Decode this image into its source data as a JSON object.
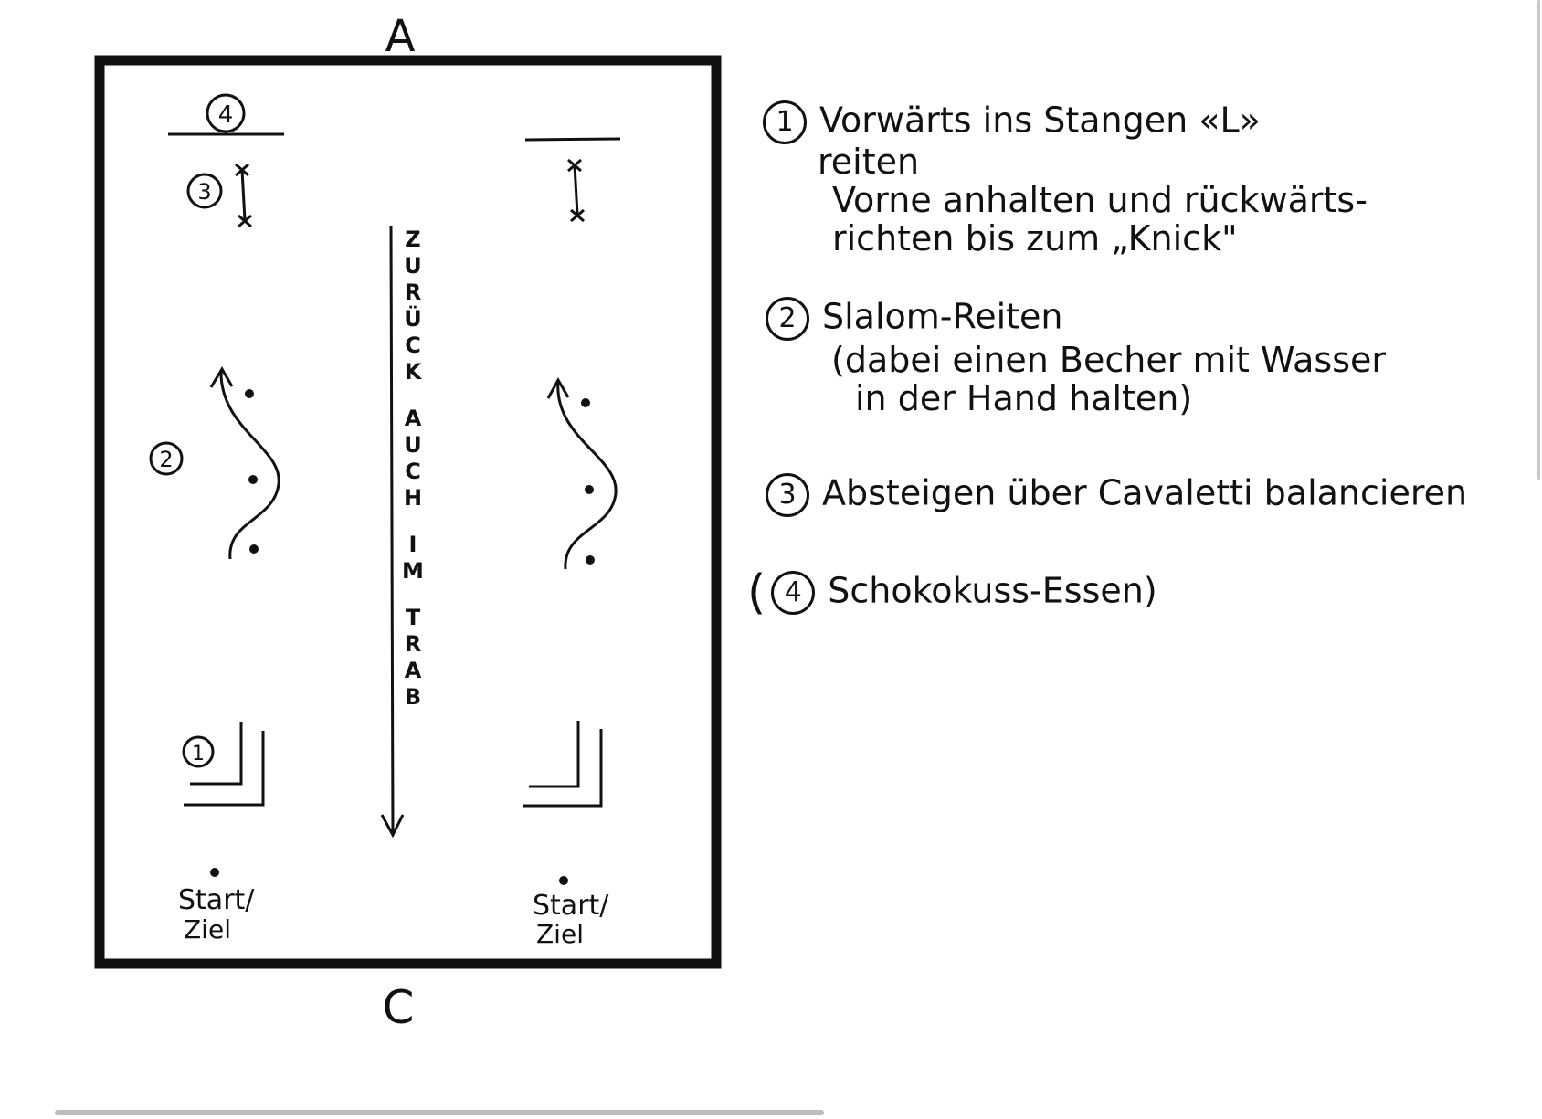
{
  "arena": {
    "top_letter": "A",
    "bottom_letter": "C",
    "center_text": [
      "Z",
      "U",
      "R",
      "Ü",
      "C",
      "K",
      "",
      "A",
      "U",
      "C",
      "H",
      "",
      "I",
      "M",
      "",
      "T",
      "R",
      "A",
      "B"
    ],
    "station_labels": {
      "one": "1",
      "two": "2",
      "three": "3",
      "four": "4"
    },
    "start_label_line1": "Start/",
    "start_label_line2": "Ziel"
  },
  "legend": {
    "item1": {
      "num": "1",
      "line1": "Vorwärts ins Stangen «L»",
      "line2": "reiten",
      "line3": "Vorne anhalten und rückwärts-",
      "line4": "richten bis zum „Knick\""
    },
    "item2": {
      "num": "2",
      "line1": "Slalom-Reiten",
      "line2": "(dabei einen Becher mit Wasser",
      "line3": "in der Hand halten)"
    },
    "item3": {
      "num": "3",
      "line1": "Absteigen über Cavaletti balancieren"
    },
    "item4": {
      "open_paren": "(",
      "num": "4",
      "line1": "Schokokuss-Essen)"
    }
  }
}
